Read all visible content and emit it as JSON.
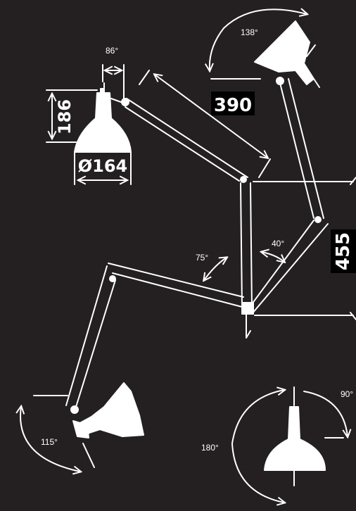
{
  "colors": {
    "background": "#242021",
    "line": "#ffffff",
    "label_box": "#000000"
  },
  "dimensions": {
    "shade_height": "186",
    "shade_diameter": "Ø164",
    "upper_arm_length": "390",
    "vertical_reach": "455"
  },
  "angles": {
    "shade_tilt_small": "86°",
    "shade_swing_top": "138°",
    "arm_joint_upper": "40°",
    "arm_joint_lower": "75°",
    "shade_swing_bottom": "115°",
    "base_rotation": "180°",
    "shade_tilt_front": "90°"
  }
}
